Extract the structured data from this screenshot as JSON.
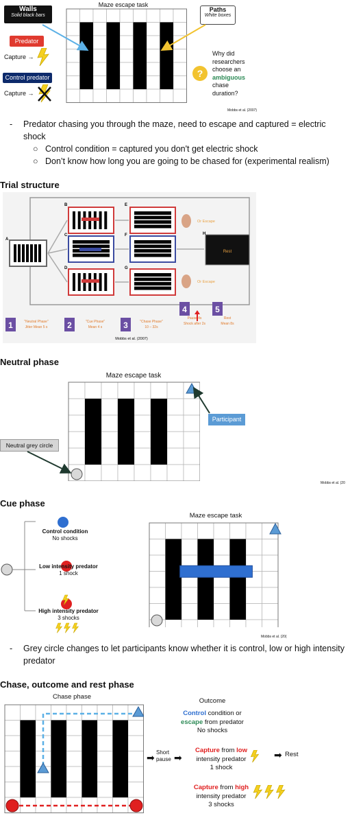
{
  "top": {
    "walls_title": "Walls",
    "walls_sub": "Solid black bars",
    "predator_label": "Predator",
    "capture1": "Capture",
    "control_label": "Control predator",
    "capture2": "Capture",
    "maze_title": "Maze escape task",
    "paths_title": "Paths",
    "paths_sub": "White boxes",
    "question_mark": "?",
    "question": [
      "Why did",
      "researchers",
      "choose an",
      "ambiguous",
      "chase",
      "duration?"
    ],
    "citation": "Mobbs et al. (2007)"
  },
  "bullets": {
    "b1": "Predator chasing you through the maze, need to escape and captured = electric shock",
    "b1_dash": "-",
    "sub1": "Control condition = captured you don't get electric shock",
    "sub2": "Don’t know how long you are going to be chased for (experimental realism)"
  },
  "trial": {
    "heading": "Trial structure",
    "letters": [
      "A",
      "B",
      "C",
      "D",
      "E",
      "F",
      "G",
      "H"
    ],
    "or_escape": "Or Escape",
    "rest": "Rest",
    "phases": [
      {
        "num": "1",
        "name": "\"Neutral Phase\"",
        "detail": "Jitter Mean 5 s"
      },
      {
        "num": "2",
        "name": "\"Cue Phase\"",
        "detail": "Mean 4 s"
      },
      {
        "num": "3",
        "name": "\"Chase Phase\"",
        "detail": "10 – 32s"
      },
      {
        "num": "4",
        "name": "Pause 4s",
        "detail": "Shock after 2s"
      },
      {
        "num": "5",
        "name": "Rest",
        "detail": "Mean 8s"
      }
    ],
    "citation": "Mobbs et al. (2007)"
  },
  "neutral": {
    "heading": "Neutral phase",
    "maze_title": "Maze escape task",
    "participant": "Participant",
    "grey_circle": "Neutral grey circle",
    "citation": "Mobbs et al. (20"
  },
  "cue": {
    "heading": "Cue phase",
    "control_title": "Control condition",
    "control_sub": "No shocks",
    "low_title": "Low intensity predator",
    "low_sub": "1 shock",
    "high_title": "High intensity predator",
    "high_sub": "3 shocks",
    "maze_title": "Maze escape task",
    "citation": "Mobbs et al. (20(",
    "bullet": "Grey circle changes to let participants know whether it is control, low or high intensity predator"
  },
  "chase": {
    "heading": "Chase, outcome and rest phase",
    "chase_title": "Chase phase",
    "outcome_title": "Outcome",
    "control_word": "Control",
    "control_rest": " condition or",
    "escape_word": "escape",
    "escape_rest": " from predator",
    "no_shocks": "No shocks",
    "short_pause": "Short pause",
    "capture_word": "Capture",
    "from_word": " from ",
    "low_word": "low",
    "intensity": "intensity predator",
    "one_shock": "1 shock",
    "rest": "Rest",
    "high_word": "high",
    "three_shocks": "3 shocks"
  },
  "colors": {
    "red": "#e03a2f",
    "navy": "#0d2a6b",
    "blue": "#2f6fd0",
    "green": "#2e8b57",
    "participant": "#5b9bd5",
    "yellow": "#f5d020"
  }
}
